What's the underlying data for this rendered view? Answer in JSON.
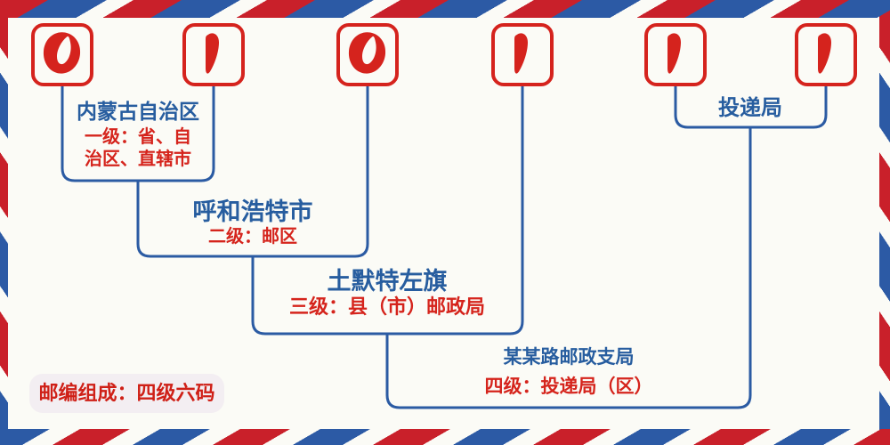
{
  "diagram": {
    "postal_code": {
      "digits": [
        "0",
        "1",
        "0",
        "1",
        "1",
        "1"
      ]
    },
    "labels": {
      "level1": {
        "title": "内蒙古自治区",
        "desc_line1": "一级：省、自",
        "desc_line2": "治区、直辖市"
      },
      "level2": {
        "title": "呼和浩特市",
        "desc": "二级：邮区"
      },
      "level3": {
        "title": "土默特左旗",
        "desc": "三级：县（市）邮政局"
      },
      "level4": {
        "title": "某某路邮政支局",
        "desc": "四级：投递局（区）"
      },
      "delivery": {
        "title": "投递局"
      }
    },
    "badge": "邮编组成：四级六码",
    "colors": {
      "digit_red": "#d5231d",
      "line_blue": "#2b5ba3",
      "title_blue": "#275d9f",
      "desc_red": "#d5241c",
      "stripe_red": "#c9202a",
      "stripe_blue": "#2c5aa5",
      "badge_bg": "#f3eef2",
      "background": "#fbfbf6"
    }
  }
}
